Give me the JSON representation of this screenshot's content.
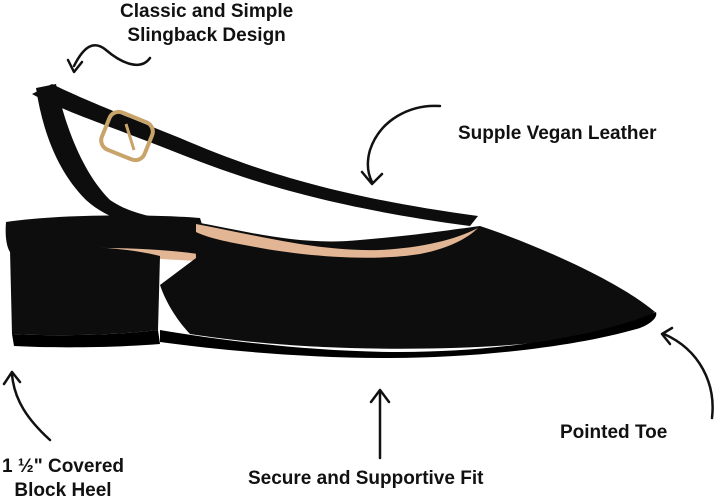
{
  "callouts": {
    "classic": {
      "line1": "Classic and Simple",
      "line2": "Slingback Design"
    },
    "vegan": {
      "text": "Supple Vegan Leather"
    },
    "toe": {
      "text": "Pointed Toe"
    },
    "heel": {
      "line1": "1 ½\" Covered",
      "line2": "Block Heel"
    },
    "fit": {
      "text": "Secure and Supportive Fit"
    }
  },
  "colors": {
    "shoe": "#0d0d0d",
    "lining": "#e2b594",
    "buckle": "#c9a46a",
    "text": "#111111",
    "arrow": "#111111"
  }
}
